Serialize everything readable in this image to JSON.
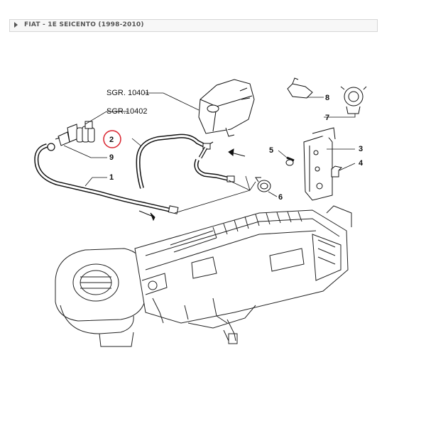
{
  "breadcrumb": {
    "text": "FIAT - 1E SEICENTO (1998-2010)"
  },
  "diagram": {
    "refs": {
      "sgr_10401": "SGR. 10401",
      "sgr_10402": "SGR.10402"
    },
    "parts": [
      "1",
      "2",
      "3",
      "4",
      "5",
      "6",
      "7",
      "8",
      "9"
    ],
    "highlighted_part": "2",
    "highlight_color": "#d9232e"
  }
}
